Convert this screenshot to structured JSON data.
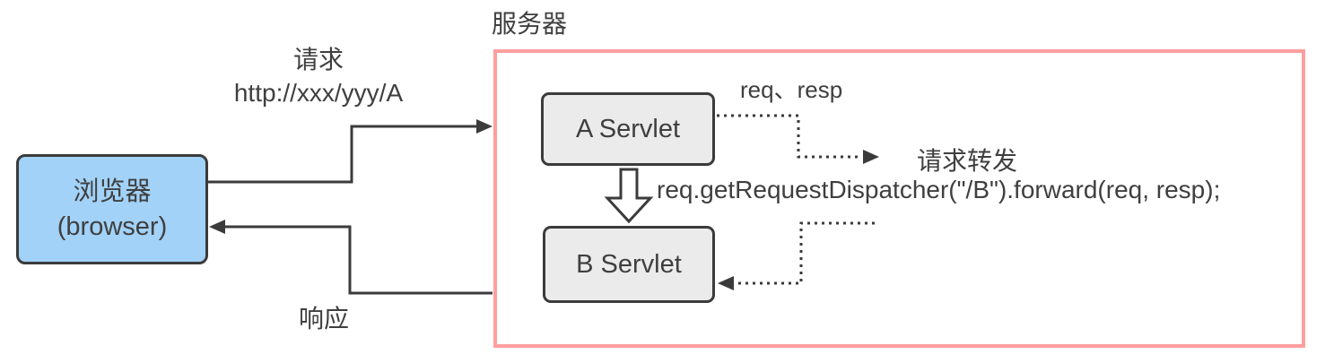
{
  "diagram": {
    "server_label": "服务器",
    "browser": {
      "line1": "浏览器",
      "line2": "(browser)"
    },
    "servlet_a": "A Servlet",
    "servlet_b": "B Servlet",
    "request": {
      "line1": "请求",
      "line2": "http://xxx/yyy/A"
    },
    "response_label": "响应",
    "req_resp_label": "req、resp",
    "forward_label": "请求转发",
    "forward_code": "req.getRequestDispatcher(\"/B\").forward(req, resp);"
  },
  "colors": {
    "browser_fill": "#a2d2f7",
    "servlet_fill": "#ebebeb",
    "server_border": "#ff9e9e",
    "line": "#3b3b3b",
    "text": "#3f3f3f",
    "bg": "#ffffff"
  }
}
